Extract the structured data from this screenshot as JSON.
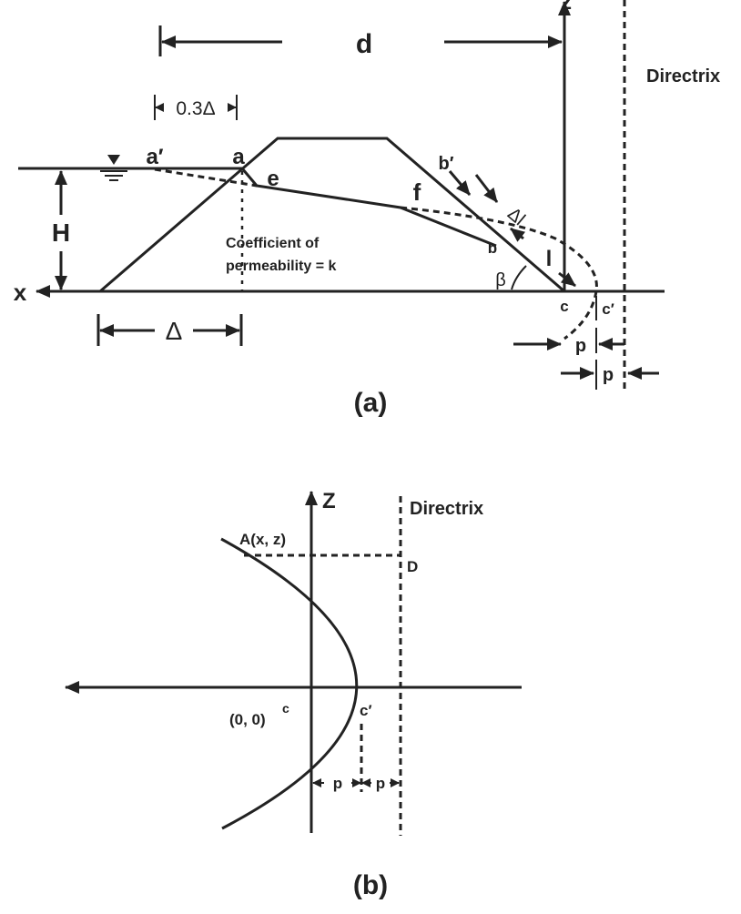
{
  "panel_a": {
    "caption": "(a)",
    "dim_d": "d",
    "axis_z": "z",
    "axis_x": "x",
    "directrix": "Directrix",
    "dim_03delta": "0.3Δ",
    "point_a_prime": "a′",
    "point_a": "a",
    "point_e": "e",
    "point_f": "f",
    "point_b_prime": "b′",
    "point_b": "b",
    "angle_beta": "β",
    "delta_l": "Δl",
    "length_l": "l",
    "point_c": "c",
    "point_c_prime": "c′",
    "head_H": "H",
    "dim_delta": "Δ",
    "p1": "p",
    "p2": "p",
    "coef_line1": "Coefficient of",
    "coef_line2": "permeability = k"
  },
  "panel_b": {
    "caption": "(b)",
    "axis_z": "Z",
    "directrix": "Directrix",
    "point_A": "A(x, z)",
    "point_D": "D",
    "origin": "(0, 0)",
    "origin_c": "c",
    "point_c_prime": "c′",
    "p1": "p",
    "p2": "p"
  }
}
